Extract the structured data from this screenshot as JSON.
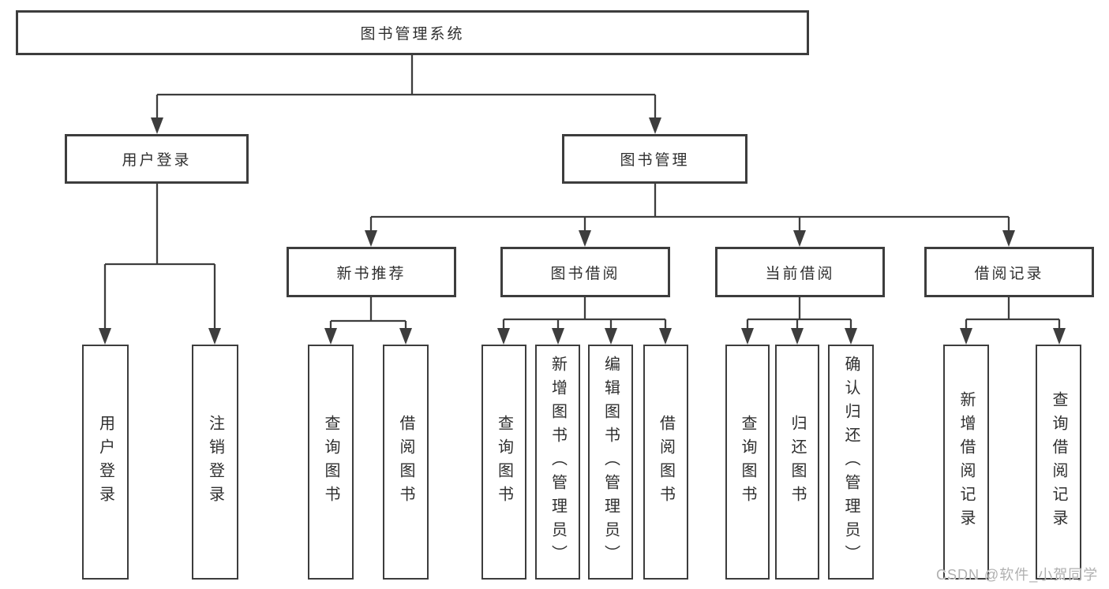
{
  "colors": {
    "line": "#3d3d3d",
    "border": "#3d3d3d",
    "text": "#2f2f2f",
    "background": "#ffffff",
    "watermark": "#b0b0b0"
  },
  "tree": {
    "root": {
      "label": "图书管理系统"
    },
    "branches": [
      {
        "label": "用户登录",
        "children": [
          {
            "label": "用户登录"
          },
          {
            "label": "注销登录"
          }
        ]
      },
      {
        "label": "图书管理",
        "children": [
          {
            "label": "新书推荐",
            "children": [
              {
                "label": "查询图书"
              },
              {
                "label": "借阅图书"
              }
            ]
          },
          {
            "label": "图书借阅",
            "children": [
              {
                "label": "查询图书"
              },
              {
                "label": "新增图书（管理员）"
              },
              {
                "label": "编辑图书（管理员）"
              },
              {
                "label": "借阅图书"
              }
            ]
          },
          {
            "label": "当前借阅",
            "children": [
              {
                "label": "查询图书"
              },
              {
                "label": "归还图书"
              },
              {
                "label": "确认归还（管理员）"
              }
            ]
          },
          {
            "label": "借阅记录",
            "children": [
              {
                "label": "新增借阅记录"
              },
              {
                "label": "查询借阅记录"
              }
            ]
          }
        ]
      }
    ]
  },
  "watermark": {
    "text": "CSDN @软件_小贺同学"
  }
}
